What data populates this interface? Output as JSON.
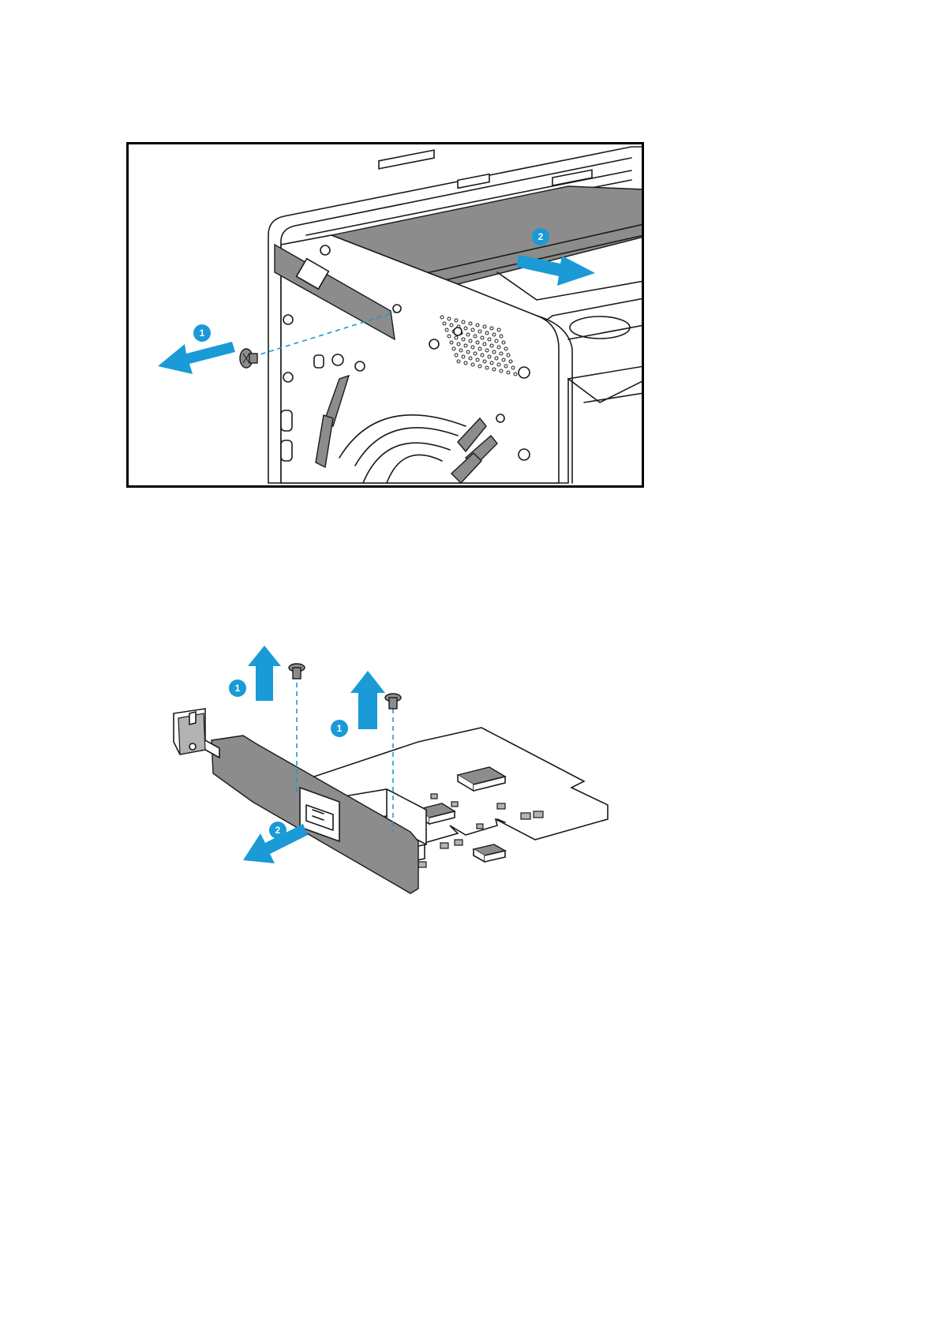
{
  "colors": {
    "accent": "#1a9ad6",
    "frame": "#000000",
    "line_art": "#1a1a1a",
    "metal_dark": "#8c8c8c",
    "metal_mid": "#b3b3b3"
  },
  "figures": [
    {
      "callouts": [
        {
          "label": "1",
          "icon": "arrow-left-icon"
        },
        {
          "label": "2",
          "icon": "arrow-right-icon"
        }
      ]
    },
    {
      "callouts": [
        {
          "label": "1",
          "icon": "arrow-up-icon"
        },
        {
          "label": "1",
          "icon": "arrow-up-icon"
        },
        {
          "label": "2",
          "icon": "arrow-down-left-icon"
        }
      ]
    }
  ]
}
